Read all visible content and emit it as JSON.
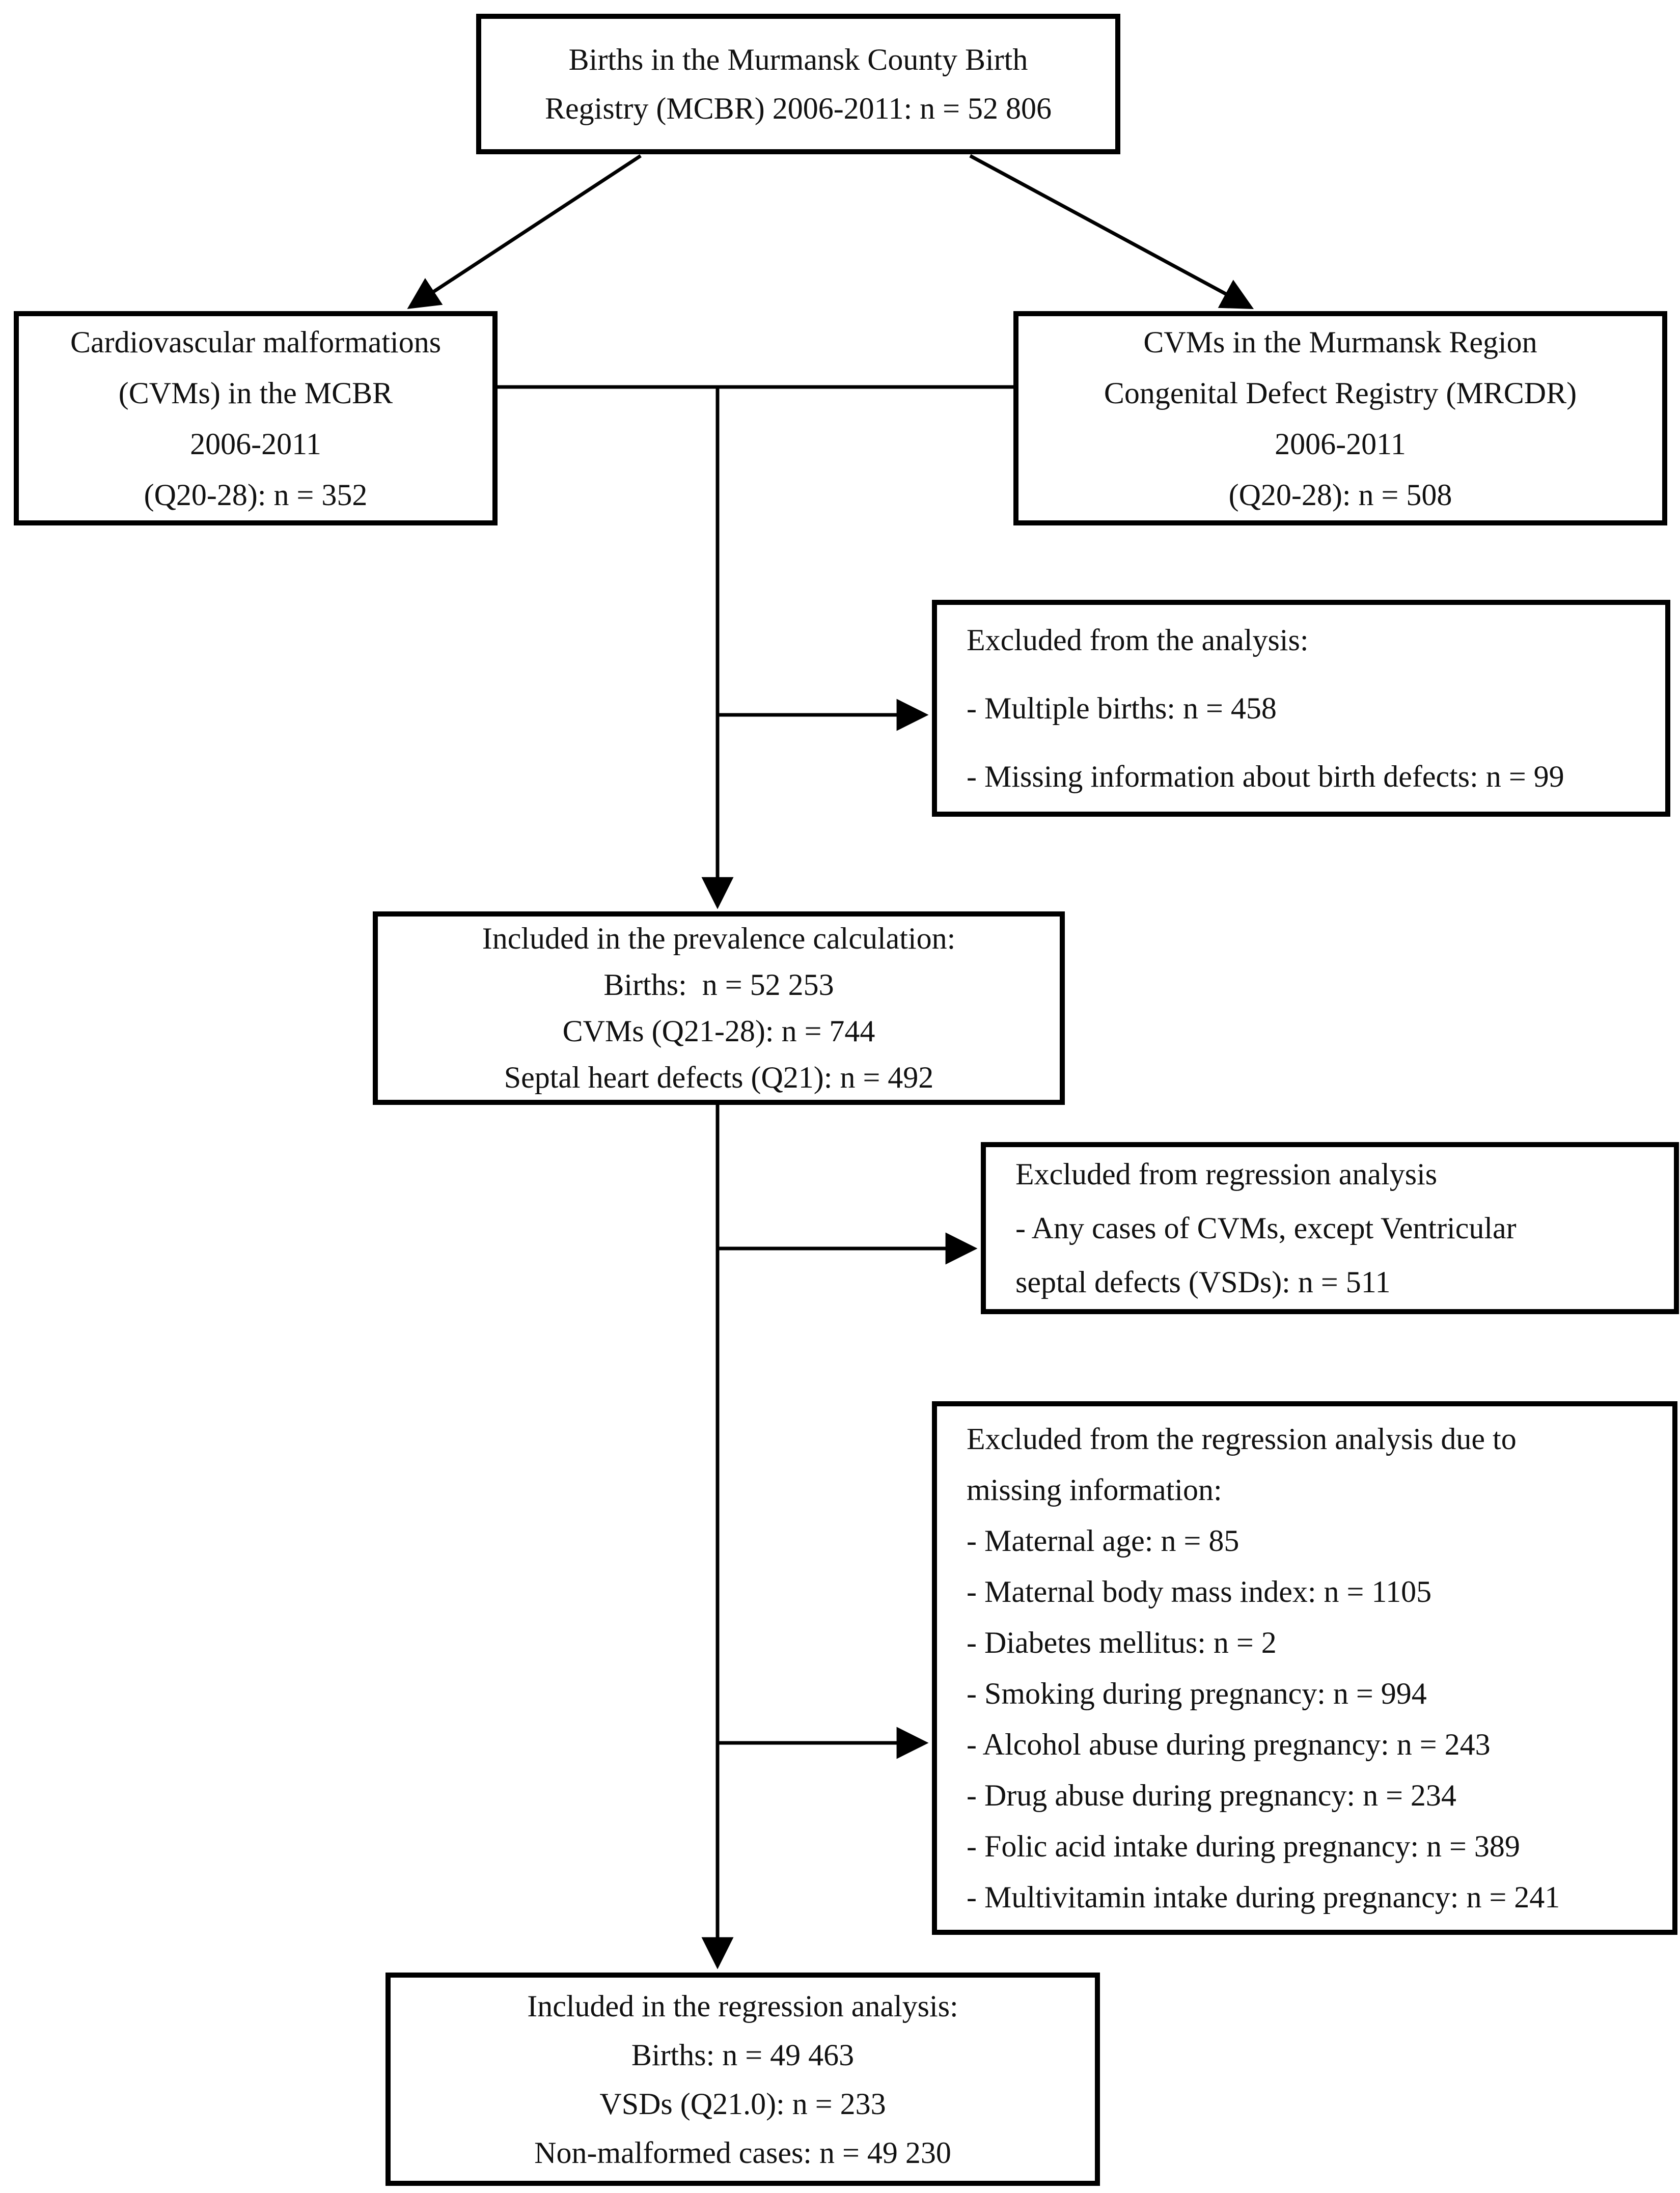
{
  "colors": {
    "box_border": "#000000",
    "connector": "#000000",
    "text": "#111111",
    "background": "#ffffff"
  },
  "boxes": {
    "top": {
      "lines": [
        "Births in the Murmansk County Birth",
        "Registry (MCBR) 2006-2011: n = 52 806"
      ]
    },
    "left_mcbr": {
      "lines": [
        "Cardiovascular malformations",
        "(CVMs) in the MCBR",
        "2006-2011",
        "(Q20-28): n = 352"
      ]
    },
    "right_mrcdr": {
      "lines": [
        "CVMs in the Murmansk Region",
        "Congenital Defect Registry (MRCDR)",
        "2006-2011",
        "(Q20-28): n = 508"
      ]
    },
    "excluded_analysis": {
      "lines": [
        "Excluded from the analysis:",
        "- Multiple births: n = 458",
        "- Missing information about birth defects: n = 99"
      ]
    },
    "prevalence": {
      "lines": [
        "Included in the prevalence calculation:",
        "Births:  n = 52 253",
        "CVMs (Q21-28): n = 744",
        "Septal heart defects (Q21): n = 492"
      ]
    },
    "excluded_regression": {
      "lines": [
        "Excluded from regression analysis",
        "- Any cases of CVMs, except Ventricular",
        "septal defects (VSDs): n = 511"
      ]
    },
    "excluded_missing": {
      "lines": [
        "Excluded from the regression analysis due to",
        "missing information:",
        "- Maternal age: n = 85",
        "- Maternal body mass index: n = 1105",
        "- Diabetes mellitus: n = 2",
        "- Smoking during pregnancy: n = 994",
        "- Alcohol abuse during pregnancy: n = 243",
        "- Drug abuse during pregnancy: n = 234",
        "- Folic acid intake during pregnancy: n = 389",
        "- Multivitamin intake during pregnancy: n = 241"
      ]
    },
    "regression": {
      "lines": [
        "Included in the regression analysis:",
        "Births: n = 49 463",
        "VSDs (Q21.0): n = 233",
        "Non-malformed cases: n = 49 230"
      ]
    }
  }
}
